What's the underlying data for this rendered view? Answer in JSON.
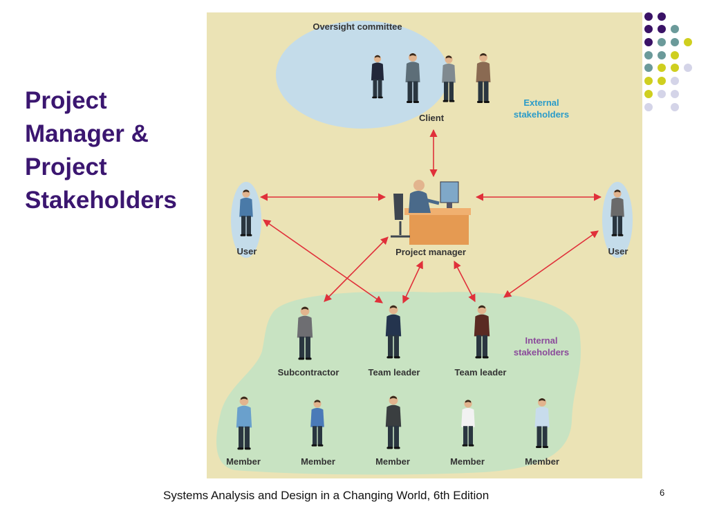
{
  "title": {
    "lines": [
      "Project",
      "Manager &",
      "Project",
      "Stakeholders"
    ]
  },
  "diagram": {
    "oversight_label": "Oversight committee",
    "client_label": "Client",
    "external_label": [
      "External",
      "stakeholders"
    ],
    "internal_label": [
      "Internal",
      "stakeholders"
    ],
    "project_manager_label": "Project manager",
    "user_left_label": "User",
    "user_right_label": "User",
    "subcontractor_label": "Subcontractor",
    "team_leader_1_label": "Team leader",
    "team_leader_2_label": "Team leader",
    "member_labels": [
      "Member",
      "Member",
      "Member",
      "Member",
      "Member"
    ]
  },
  "footer": {
    "caption": "Systems Analysis and Design in a Changing World, 6th Edition",
    "page_number": "6"
  },
  "colors": {
    "title": "#3b1670",
    "panel": "#ebe3b5",
    "external_blob": "#c4dcea",
    "internal_blob": "#c8e3c2",
    "external_text": "#2a9bc9",
    "internal_text": "#8a4a9a",
    "arrow": "#e0303a",
    "dot_purple": "#3a1266",
    "dot_teal": "#6b9a9a",
    "dot_lime": "#cfcf1f",
    "dot_lavender": "#d4d4e8"
  }
}
